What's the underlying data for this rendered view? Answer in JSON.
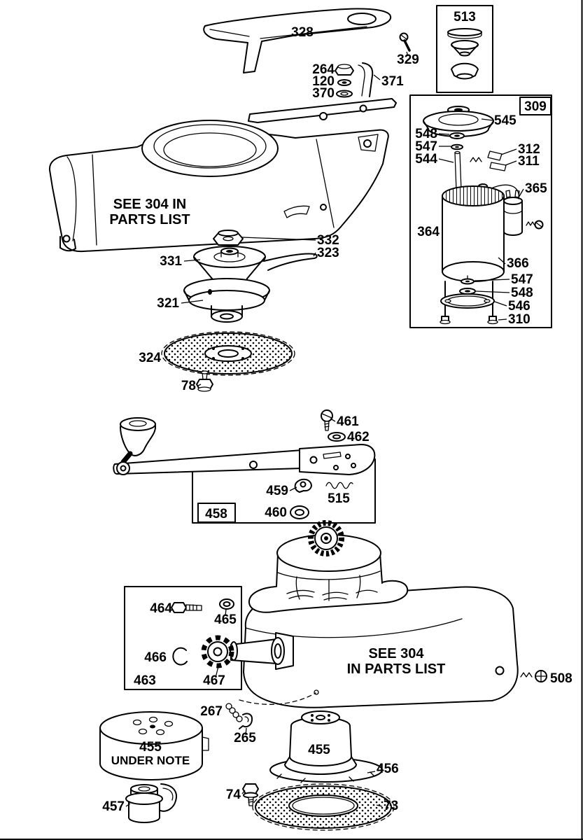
{
  "figure": {
    "background": "#ffffff",
    "line_color": "#000000"
  },
  "labels": {
    "n513": "513",
    "n328": "328",
    "n329": "329",
    "n264": "264",
    "n120": "120",
    "n370": "370",
    "n371": "371",
    "n309": "309",
    "n545": "545",
    "n548": "548",
    "n547": "547",
    "n544": "544",
    "n312": "312",
    "n311": "311",
    "n365": "365",
    "n364": "364",
    "n366": "366",
    "n546": "546",
    "n310": "310",
    "n332": "332",
    "n323": "323",
    "n331": "331",
    "n321": "321",
    "n324": "324",
    "n78": "78",
    "n461": "461",
    "n462": "462",
    "n459": "459",
    "n515": "515",
    "n458": "458",
    "n460": "460",
    "n464": "464",
    "n465": "465",
    "n466": "466",
    "n467": "467",
    "n463": "463",
    "n508": "508",
    "n267": "267",
    "n265": "265",
    "n455": "455",
    "n456": "456",
    "n74": "74",
    "n73": "73",
    "n457": "457"
  },
  "notes": {
    "see304_upper_line1": "SEE 304 IN",
    "see304_upper_line2": "PARTS LIST",
    "see304_lower_line1": "SEE 304",
    "see304_lower_line2": "IN PARTS LIST",
    "under_note_part": "455",
    "under_note_text": "UNDER NOTE"
  }
}
